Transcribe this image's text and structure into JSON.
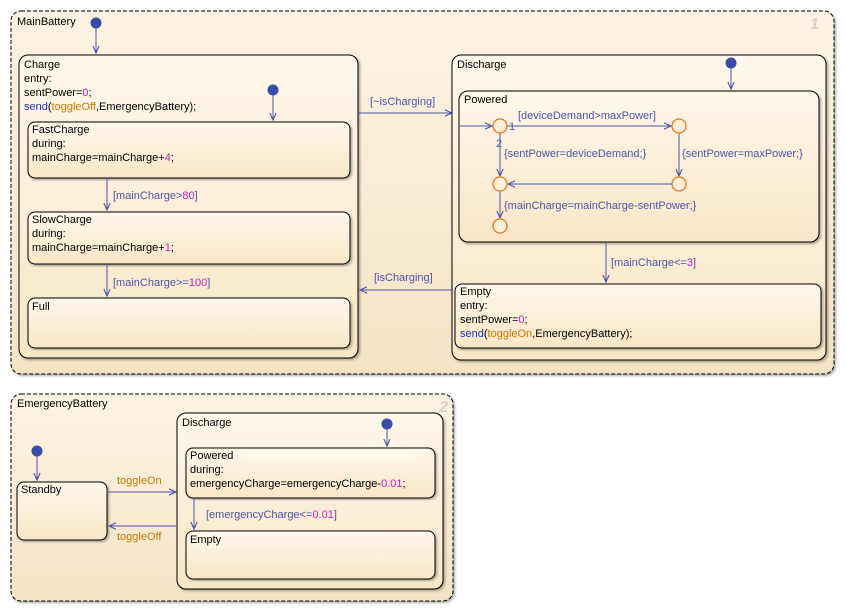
{
  "main_battery": {
    "title": "MainBattery",
    "badge": "1",
    "charge": {
      "title": "Charge",
      "entry_kw": "entry:",
      "line1_a": "sentPower=",
      "line1_num": "0",
      "line1_b": ";",
      "send_fn": "send",
      "send_open": "(",
      "send_event": "toggleOff",
      "send_rest": ",EmergencyBattery);",
      "fastcharge": {
        "title": "FastCharge",
        "kw": "during:",
        "line_a": "mainCharge=mainCharge+",
        "line_num": "4",
        "line_b": ";"
      },
      "slowcharge": {
        "title": "SlowCharge",
        "kw": "during:",
        "line_a": "mainCharge=mainCharge+",
        "line_num": "1",
        "line_b": ";"
      },
      "full": {
        "title": "Full"
      },
      "t_fast_to_slow_a": "[mainCharge>",
      "t_fast_to_slow_num": "80",
      "t_fast_to_slow_b": "]",
      "t_slow_to_full_a": "[mainCharge>=",
      "t_slow_to_full_num": "100",
      "t_slow_to_full_b": "]"
    },
    "discharge": {
      "title": "Discharge",
      "powered": {
        "title": "Powered",
        "t_demand": "[deviceDemand>maxPower]",
        "t_sent_demand": "{sentPower=deviceDemand;}",
        "t_sent_max": "{sentPower=maxPower;}",
        "t_main": "{mainCharge=mainCharge-sentPower;}",
        "order1": "1",
        "order2": "2"
      },
      "empty": {
        "title": "Empty",
        "entry_kw": "entry:",
        "line1_a": "sentPower=",
        "line1_num": "0",
        "line1_b": ";",
        "send_fn": "send",
        "send_open": "(",
        "send_event": "toggleOn",
        "send_rest": ",EmergencyBattery);"
      },
      "t_to_empty_a": "[mainCharge<=",
      "t_to_empty_num": "3",
      "t_to_empty_b": "]"
    },
    "t_not_charging": "[~isCharging]",
    "t_charging": "[isCharging]"
  },
  "emergency_battery": {
    "title": "EmergencyBattery",
    "badge": "2",
    "standby": {
      "title": "Standby"
    },
    "discharge": {
      "title": "Discharge",
      "powered": {
        "title": "Powered",
        "kw": "during:",
        "line_a": "emergencyCharge=emergencyCharge-",
        "line_num": "0.01",
        "line_b": ";"
      },
      "empty": {
        "title": "Empty"
      },
      "t_empty_a": "[emergencyCharge<=",
      "t_empty_num": "0.01",
      "t_empty_b": "]"
    },
    "t_toggle_on": "toggleOn",
    "t_toggle_off": "toggleOff"
  },
  "colors": {
    "state_fill": "#fdf0d8",
    "state_stroke": "#000000",
    "transition": "#4a56a8",
    "junction": "#e07a1a",
    "default_dot": "#3a4aa8",
    "event": "#c47a00",
    "number": "#c020c0",
    "function": "#1f2fb5"
  }
}
